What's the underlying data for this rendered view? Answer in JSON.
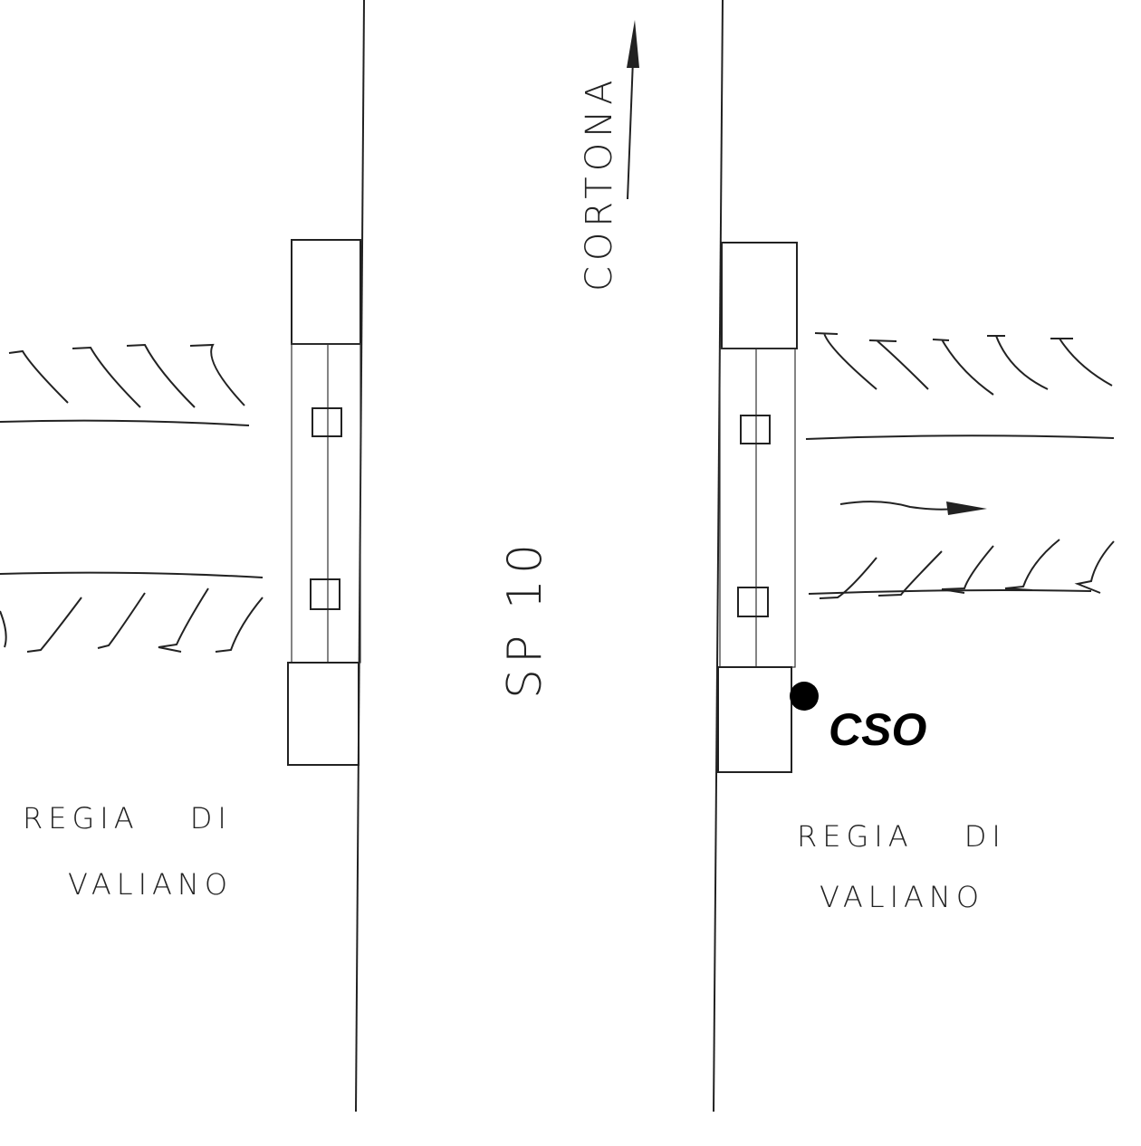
{
  "labels": {
    "direction": "CORTONA",
    "road": "SP 10",
    "outfall": "CSO",
    "left_area_line1": "REGIA DI",
    "left_area_line2": "VALIANO",
    "right_area_line1": "REGIA DI",
    "right_area_line2": "VALIANO"
  },
  "colors": {
    "ink": "#222222",
    "background": "#ffffff"
  }
}
